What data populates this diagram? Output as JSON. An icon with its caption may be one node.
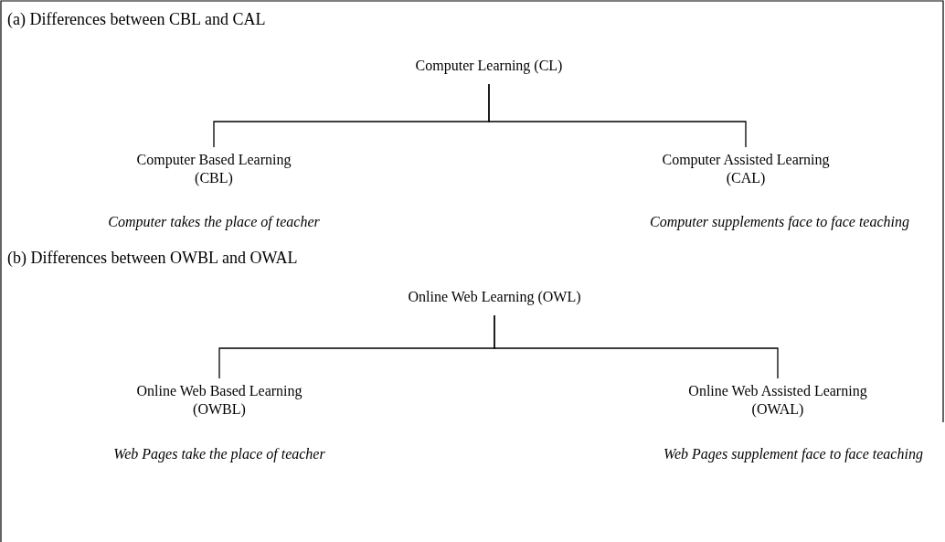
{
  "diagram": {
    "nodes": [
      {
        "text": [
          "Computer Learning (CL)"
        ]
      },
      {
        "text": [
          "Computer Based Learning (CBL)"
        ],
        "beside": [
          "Computer takes the place of teacher"
        ]
      },
      {
        "text": [
          "Computer Assisted Learning (CAL)"
        ],
        "beside": [
          "Computer supplements face to face teaching"
        ]
      },
      {
        "text": [
          "Online Web Learning (OWL)"
        ]
      },
      {
        "text": [
          "Online Web Based Learning (OWBL)"
        ],
        "beside": [
          "Web Pages take the place of teacher"
        ]
      },
      {
        "text": [
          "Online Web Assisted Learning (OWAL)"
        ],
        "beside": [
          "Web Pages supplement face to face teaching"
        ]
      }
    ],
    "edges": [
      {
        "from": 0,
        "to": 1,
        "arrow": "none"
      },
      {
        "from": 0,
        "to": 2,
        "arrow": "none"
      },
      {
        "from": 3,
        "to": 4,
        "arrow": "none"
      },
      {
        "from": 3,
        "to": 5,
        "arrow": "none"
      }
    ],
    "labels": [
      "(a) Differences between CBL and CAL",
      "(b) Differences between OWBL and OWAL"
    ]
  }
}
